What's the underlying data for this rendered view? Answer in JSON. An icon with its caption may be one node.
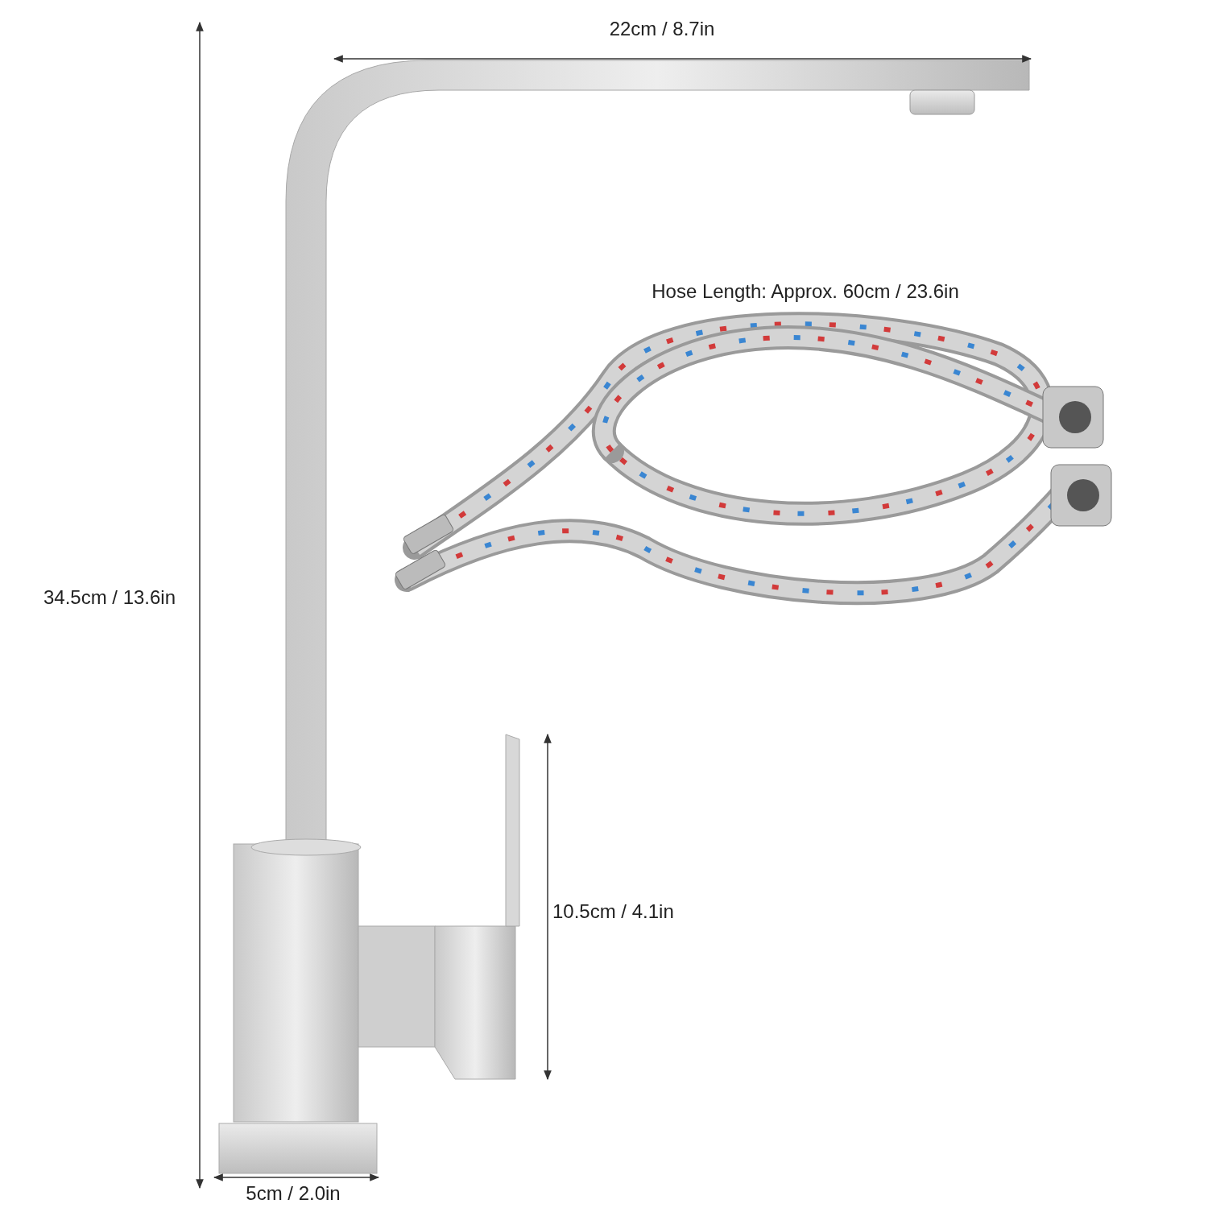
{
  "diagram": {
    "labels": [
      "22cm / 8.7in",
      "Hose Length: Approx. 60cm / 23.6in",
      "34.5cm / 13.6in",
      "10.5cm / 4.1in",
      "5cm / 2.0in"
    ]
  }
}
